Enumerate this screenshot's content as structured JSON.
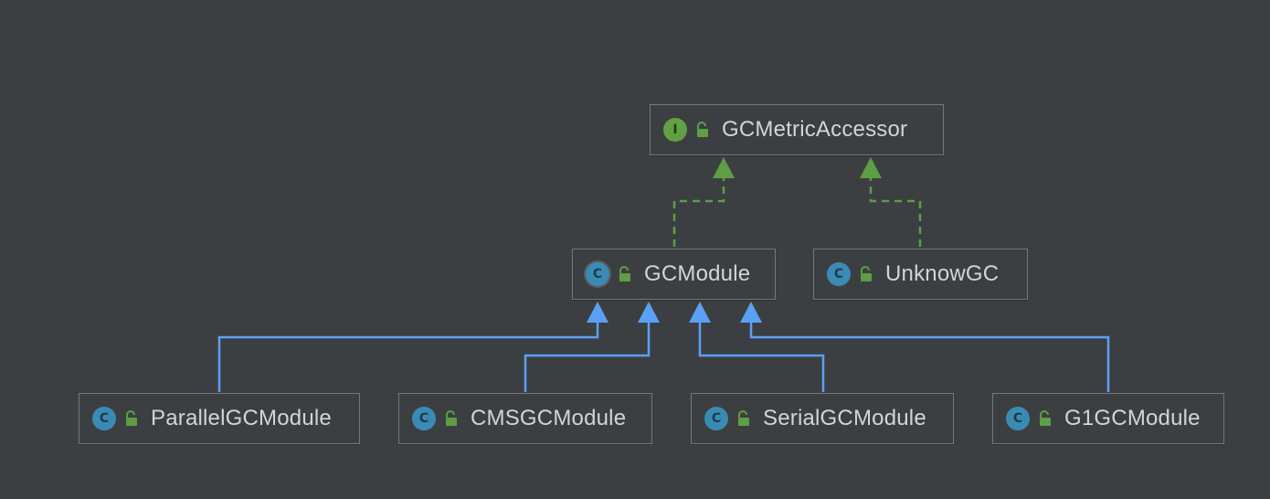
{
  "nodes": {
    "gc_metric_accessor": {
      "label": "GCMetricAccessor",
      "kind_letter": "I",
      "kind": "interface",
      "visibility": "public"
    },
    "gc_module": {
      "label": "GCModule",
      "kind_letter": "C",
      "kind": "abstract-class",
      "visibility": "public"
    },
    "unknow_gc": {
      "label": "UnknowGC",
      "kind_letter": "C",
      "kind": "class",
      "visibility": "public"
    },
    "parallel_gc_module": {
      "label": "ParallelGCModule",
      "kind_letter": "C",
      "kind": "class",
      "visibility": "public"
    },
    "cms_gc_module": {
      "label": "CMSGCModule",
      "kind_letter": "C",
      "kind": "class",
      "visibility": "public"
    },
    "serial_gc_module": {
      "label": "SerialGCModule",
      "kind_letter": "C",
      "kind": "class",
      "visibility": "public"
    },
    "g1_gc_module": {
      "label": "G1GCModule",
      "kind_letter": "C",
      "kind": "class",
      "visibility": "public"
    }
  },
  "edges": [
    {
      "from": "gc_module",
      "to": "gc_metric_accessor",
      "type": "implements"
    },
    {
      "from": "unknow_gc",
      "to": "gc_metric_accessor",
      "type": "implements"
    },
    {
      "from": "parallel_gc_module",
      "to": "gc_module",
      "type": "extends"
    },
    {
      "from": "cms_gc_module",
      "to": "gc_module",
      "type": "extends"
    },
    {
      "from": "serial_gc_module",
      "to": "gc_module",
      "type": "extends"
    },
    {
      "from": "g1_gc_module",
      "to": "gc_module",
      "type": "extends"
    }
  ],
  "colors": {
    "background": "#3c3f41",
    "implements_edge": "#5e9e45",
    "extends_edge": "#5aa0f5",
    "node_border": "#75787a",
    "node_text": "#d4d4d4",
    "class_badge": "#3a8bb4",
    "interface_badge": "#62a044",
    "lock_icon": "#5e9e45"
  }
}
